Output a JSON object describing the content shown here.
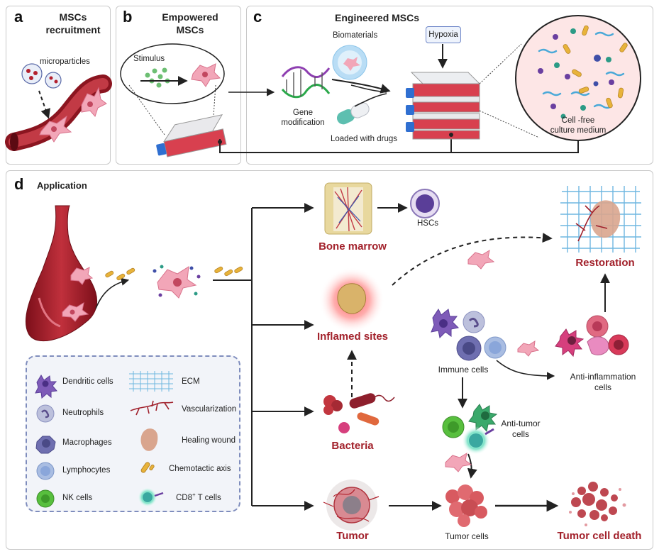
{
  "panels": {
    "a": {
      "letter": "a",
      "title": "MSCs\nrecruitment",
      "microparticles": "microparticles"
    },
    "b": {
      "letter": "b",
      "title": "Empowered\nMSCs",
      "stimulus": "Stimulus"
    },
    "c": {
      "letter": "c",
      "title": "Engineered MSCs",
      "biomaterials": "Biomaterials",
      "hypoxia": "Hypoxia",
      "gene_modification": "Gene\nmodification",
      "loaded_with_drugs": "Loaded with drugs",
      "cell_free": "Cell -free\nculture medium"
    },
    "d": {
      "letter": "d",
      "title": "Application",
      "bone_marrow": "Bone marrow",
      "hscs": "HSCs",
      "inflamed_sites": "Inflamed sites",
      "bacteria": "Bacteria",
      "tumor": "Tumor",
      "restoration": "Restoration",
      "immune_cells": "Immune cells",
      "anti_inflammation": "Anti-inflammation\ncells",
      "anti_tumor": "Anti-tumor\ncells",
      "tumor_cells": "Tumor cells",
      "tumor_cell_death": "Tumor cell death"
    }
  },
  "legend": [
    {
      "label": "Dendritic cells",
      "icon": "dendritic-cell-icon"
    },
    {
      "label": "Neutrophils",
      "icon": "neutrophil-icon"
    },
    {
      "label": "Macrophages",
      "icon": "macrophage-icon"
    },
    {
      "label": "Lymphocytes",
      "icon": "lymphocyte-icon"
    },
    {
      "label": "NK cells",
      "icon": "nk-cell-icon"
    },
    {
      "label": "ECM",
      "icon": "ecm-mesh-icon"
    },
    {
      "label": "Vascularization",
      "icon": "vascularization-icon"
    },
    {
      "label": "Healing wound",
      "icon": "healing-wound-icon"
    },
    {
      "label": "Chemotactic axis",
      "icon": "chemotactic-axis-icon"
    },
    {
      "label": "CD8",
      "sup": "+",
      "suffix": " T cells",
      "icon": "cd8-t-cell-icon"
    }
  ],
  "colors": {
    "accent_red": "#a2212b",
    "legend_border": "#7f8dbd",
    "panel_border": "#c9c9c9"
  }
}
